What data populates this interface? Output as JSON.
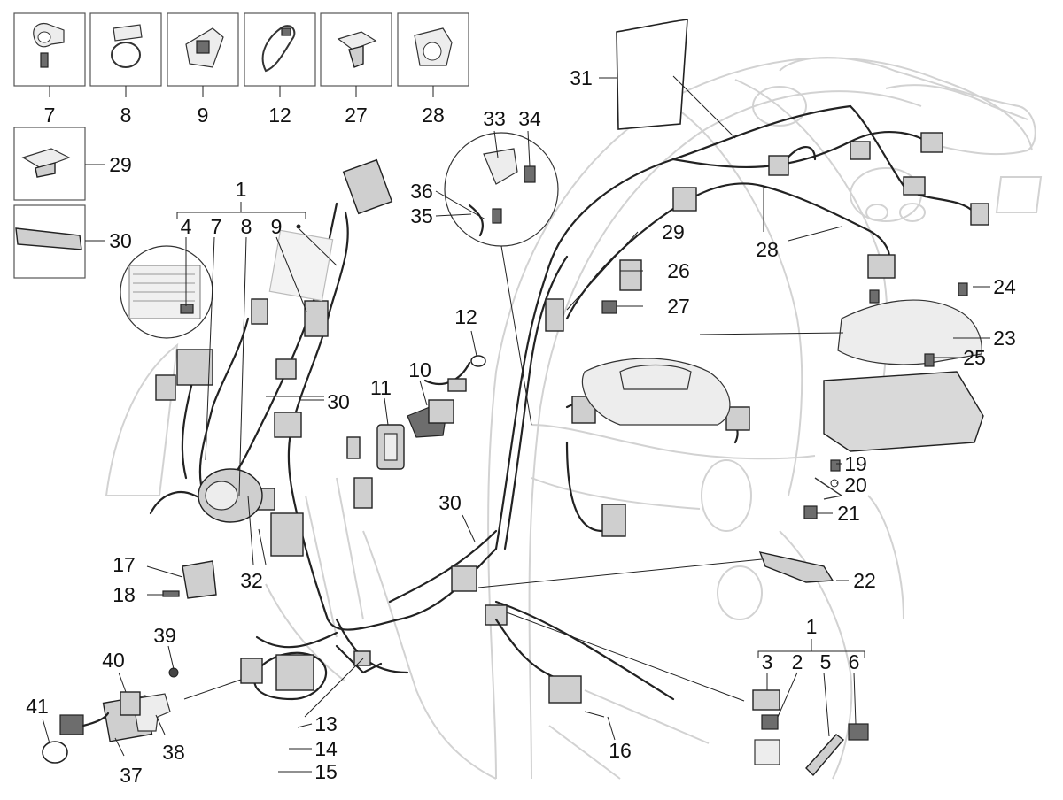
{
  "callouts": {
    "c7a": "7",
    "c8a": "8",
    "c9a": "9",
    "c12a": "12",
    "c27a": "27",
    "c28a": "28",
    "c29a": "29",
    "c30a": "30",
    "c1a": "1",
    "c4": "4",
    "c7b": "7",
    "c8b": "8",
    "c9b": "9",
    "c30b": "30",
    "c11": "11",
    "c10": "10",
    "c12b": "12",
    "c31": "31",
    "c33": "33",
    "c34": "34",
    "c36": "36",
    "c35": "35",
    "c29b": "29",
    "c26": "26",
    "c27b": "27",
    "c28b": "28",
    "c24": "24",
    "c23": "23",
    "c25": "25",
    "c19": "19",
    "c20": "20",
    "c21": "21",
    "c22": "22",
    "c30c": "30",
    "c17": "17",
    "c18": "18",
    "c32": "32",
    "c39": "39",
    "c40": "40",
    "c41": "41",
    "c37": "37",
    "c38": "38",
    "c13": "13",
    "c14": "14",
    "c15": "15",
    "c16": "16",
    "c1b": "1",
    "c3": "3",
    "c2": "2",
    "c5": "5",
    "c6": "6"
  }
}
